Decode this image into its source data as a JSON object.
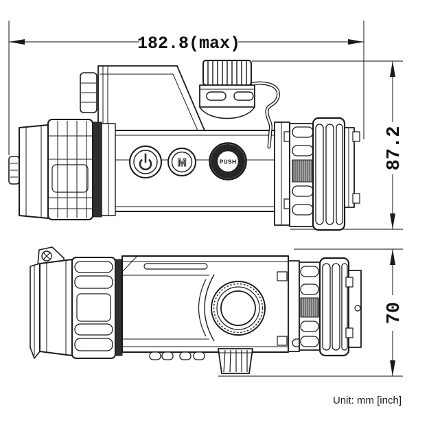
{
  "drawing": {
    "dim_length": "182.8(max)",
    "dim_height_side": "87.2",
    "dim_height_top": "70",
    "unit_note": "Unit: mm [inch]",
    "button_mode": "M",
    "button_push": "PUSH",
    "colors": {
      "line": "#1a1a1a",
      "dim_line": "#3a3a3a",
      "dark_band": "#2e2e2e",
      "hatch_fill": "#9a9a9a",
      "background": "#ffffff"
    }
  }
}
